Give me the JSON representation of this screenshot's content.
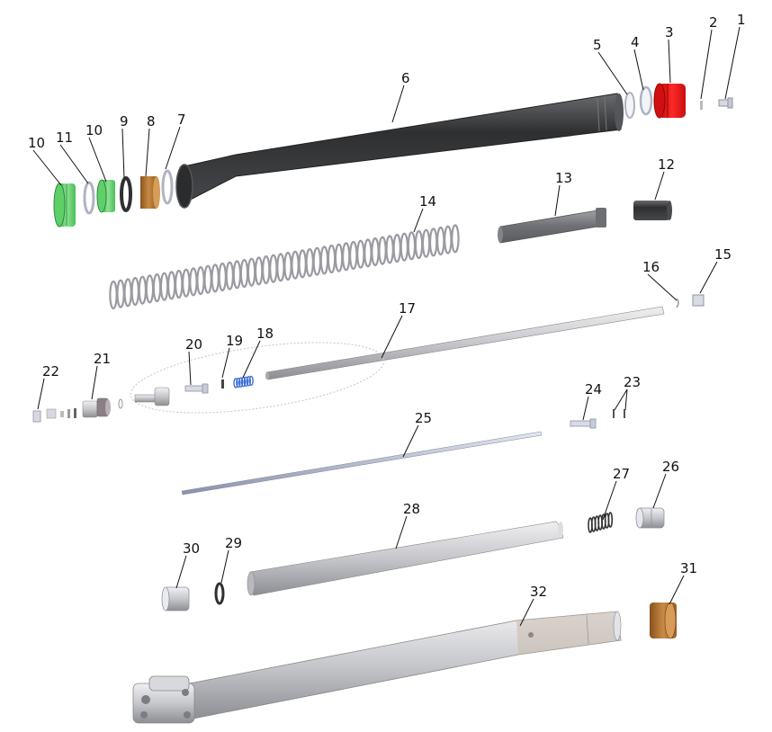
{
  "labels": {
    "p1": "1",
    "p2": "2",
    "p3": "3",
    "p4": "4",
    "p5": "5",
    "p6": "6",
    "p7": "7",
    "p8": "8",
    "p9": "9",
    "p10a": "10",
    "p10b": "10",
    "p11": "11",
    "p12": "12",
    "p13": "13",
    "p14": "14",
    "p15": "15",
    "p16": "16",
    "p17": "17",
    "p18": "18",
    "p19": "19",
    "p20": "20",
    "p21": "21",
    "p22": "22",
    "p23": "23",
    "p24": "24",
    "p25": "25",
    "p26": "26",
    "p27": "27",
    "p28": "28",
    "p29": "29",
    "p30": "30",
    "p31": "31",
    "p32": "32"
  },
  "colors": {
    "tube_dark": "#3a3b3d",
    "seal_red": "#e01010",
    "seal_green": "#5fcf6a",
    "bushing_copper": "#b8742f",
    "spring_grey": "#9a9aa2",
    "alloy_grey": "#c7c8cc",
    "spring_blue": "#3f6fd6"
  }
}
